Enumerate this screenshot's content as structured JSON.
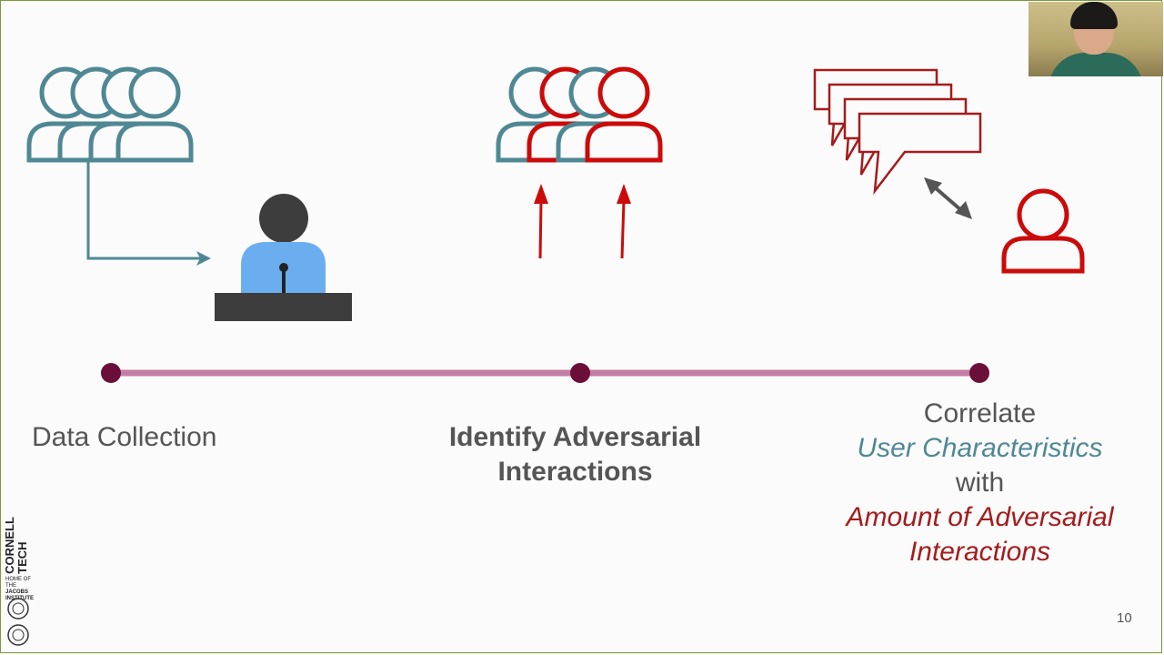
{
  "stages": [
    {
      "label": "Data Collection"
    },
    {
      "label_line1": "Identify Adversarial",
      "label_line2": "Interactions"
    },
    {
      "line1": "Correlate",
      "line2": "User Characteristics",
      "line3": "with",
      "line4": "Amount of Adversarial",
      "line5": "Interactions"
    }
  ],
  "logo": {
    "name_line1": "CORNELL",
    "name_line2": "TECH",
    "sub_line1": "HOME OF THE",
    "sub_line2": "JACOBS",
    "sub_line3": "INSTITUTE"
  },
  "page_number": "10",
  "colors": {
    "teal": "#4f8894",
    "red": "#cc0a0a",
    "timeline": "#c47ea4",
    "node": "#6b0f3a",
    "speaker_blue": "#6aaef0",
    "dark": "#3d3d3d"
  },
  "icons": [
    "group-of-users-icon",
    "presenter-at-podium-icon",
    "mixed-users-group-icon",
    "speech-bubbles-stack-icon",
    "single-user-icon",
    "two-way-arrow-icon"
  ]
}
